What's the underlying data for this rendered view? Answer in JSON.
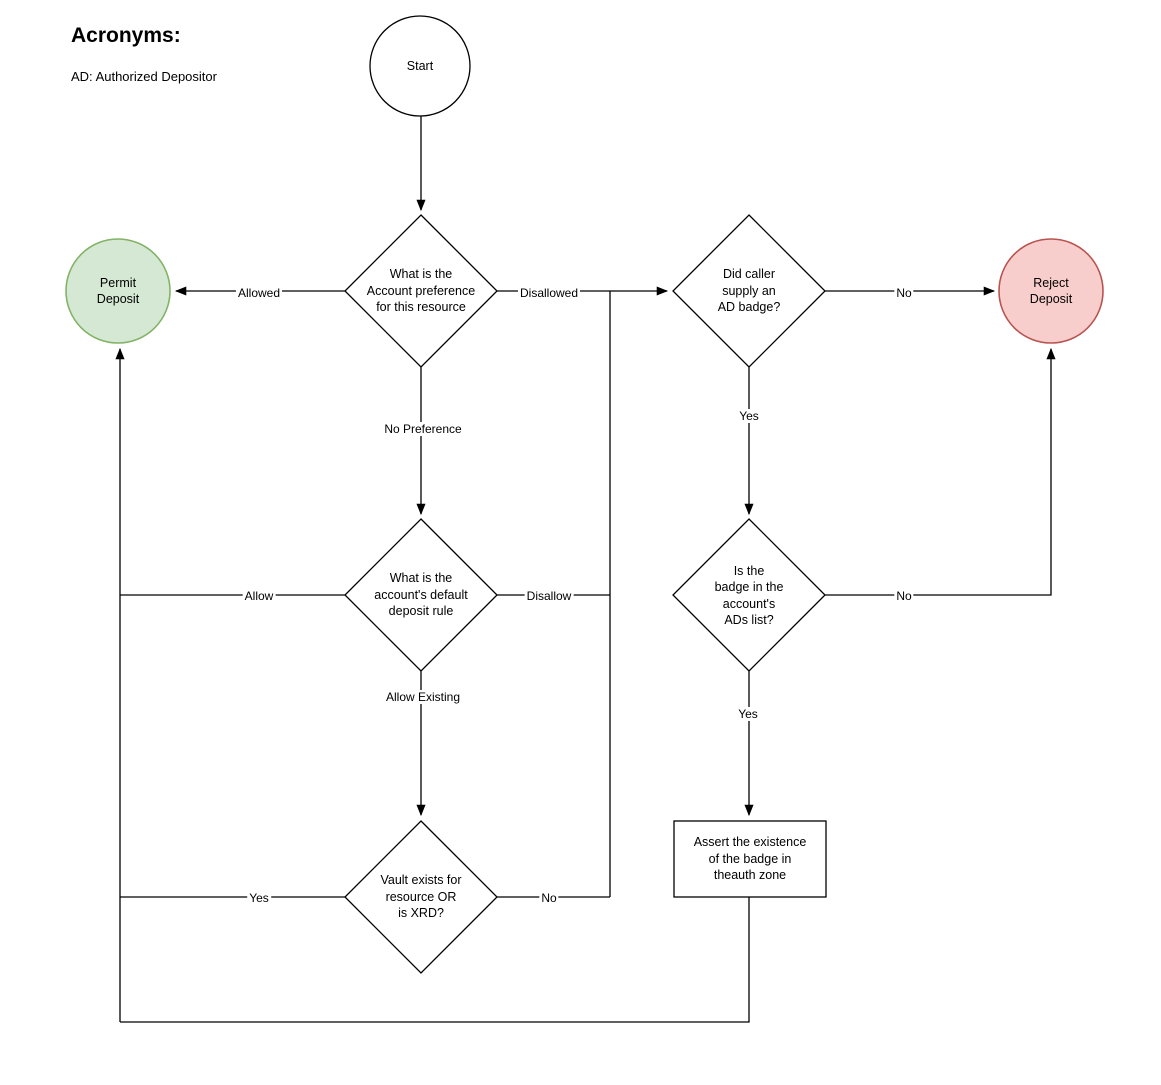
{
  "legend": {
    "title": "Acronyms:",
    "items": [
      "AD: Authorized Depositor"
    ]
  },
  "colors": {
    "permit_fill": "#d5e8d4",
    "permit_stroke": "#82b366",
    "reject_fill": "#f8cecc",
    "reject_stroke": "#b85450",
    "shape_fill": "#ffffff",
    "line": "#000000"
  },
  "nodes": {
    "start": {
      "type": "circle",
      "label": "Start"
    },
    "account_preference": {
      "type": "decision",
      "label": "What is the\nAccount preference\nfor this resource"
    },
    "permit_deposit": {
      "type": "terminal",
      "label": "Permit\nDeposit"
    },
    "reject_deposit": {
      "type": "terminal",
      "label": "Reject\nDeposit"
    },
    "ad_badge": {
      "type": "decision",
      "label": "Did caller\nsupply an\nAD badge?"
    },
    "default_rule": {
      "type": "decision",
      "label": "What is the\naccount's default\ndeposit rule"
    },
    "ads_list": {
      "type": "decision",
      "label": "Is the\nbadge in the\naccount's\nADs list?"
    },
    "vault_exists": {
      "type": "decision",
      "label": "Vault exists for\nresource OR\nis XRD?"
    },
    "assert_badge": {
      "type": "process",
      "label": "Assert the existence\nof the badge in\ntheauth zone"
    }
  },
  "edge_labels": {
    "allowed": "Allowed",
    "disallowed": "Disallowed",
    "no_preference": "No Preference",
    "allow": "Allow",
    "disallow": "Disallow",
    "allow_existing": "Allow Existing",
    "badge_no": "No",
    "badge_yes": "Yes",
    "ads_no": "No",
    "ads_yes": "Yes",
    "vault_yes": "Yes",
    "vault_no": "No"
  }
}
